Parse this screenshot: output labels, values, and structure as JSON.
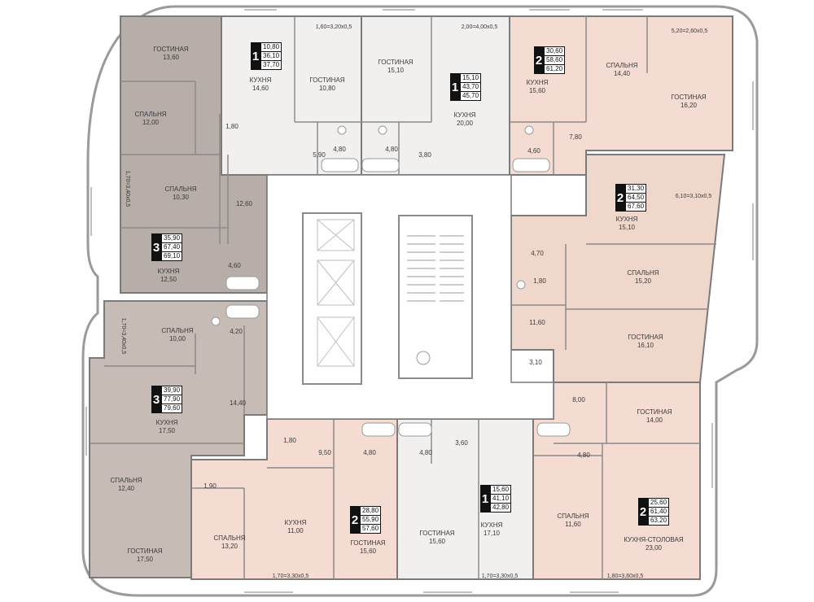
{
  "colors": {
    "unit_3room": "#b7aeaa",
    "unit_3room_b": "#c7bbb5",
    "unit_2room": "#f4dcd2",
    "unit_2room_b": "#f0d7cc",
    "unit_1room": "#f1f0ef",
    "core": "#ffffff",
    "wall": "#7a7a7a",
    "badge": "#111111"
  },
  "units": [
    {
      "id": "u3a",
      "rooms": "3",
      "areas": [
        "35,90",
        "67,40",
        "69,10"
      ]
    },
    {
      "id": "u3b",
      "rooms": "3",
      "areas": [
        "39,90",
        "77,90",
        "79,60"
      ]
    },
    {
      "id": "u1a",
      "rooms": "1",
      "areas": [
        "10,80",
        "36,10",
        "37,70"
      ]
    },
    {
      "id": "u1b",
      "rooms": "1",
      "areas": [
        "15,10",
        "43,70",
        "45,70"
      ]
    },
    {
      "id": "u2a",
      "rooms": "2",
      "areas": [
        "30,60",
        "58,60",
        "61,20"
      ]
    },
    {
      "id": "u2b",
      "rooms": "2",
      "areas": [
        "31,30",
        "64,50",
        "67,60"
      ]
    },
    {
      "id": "u2c",
      "rooms": "2",
      "areas": [
        "28,80",
        "55,90",
        "57,60"
      ]
    },
    {
      "id": "u1c",
      "rooms": "1",
      "areas": [
        "15,60",
        "41,10",
        "42,80"
      ]
    },
    {
      "id": "u2d",
      "rooms": "2",
      "areas": [
        "25,60",
        "61,40",
        "63,20"
      ]
    }
  ],
  "labels": [
    "ГОСТИНАЯ\n13,60",
    "СПАЛЬНЯ\n12,00",
    "1,80",
    "СПАЛЬНЯ\n10,30",
    "12,60",
    "1,70=3,40x0,5",
    "4,60",
    "КУХНЯ\n12,50",
    "СПАЛЬНЯ\n10,00",
    "4,20",
    "1,70=3,40x0,5",
    "14,40",
    "КУХНЯ\n17,50",
    "СПАЛЬНЯ\n12,40",
    "1,90",
    "ГОСТИНАЯ\n17,50",
    "КУХНЯ\n14,60",
    "ГОСТИНАЯ\n10,80",
    "1,60=3,20x0,5",
    "5,90",
    "4,80",
    "4,80",
    "ГОСТИНАЯ\n15,10",
    "3,80",
    "2,00=4,00x0,5",
    "КУХНЯ\n20,00",
    "КУХНЯ\n15,60",
    "СПАЛЬНЯ\n14,40",
    "ГОСТИНАЯ\n16,20",
    "5,20=2,60x0,5",
    "4,60",
    "7,80",
    "КУХНЯ\n15,10",
    "6,10=3,10x0,5",
    "4,70",
    "1,80",
    "СПАЛЬНЯ\n15,20",
    "11,60",
    "ГОСТИНАЯ\n16,10",
    "3,10",
    "8,00",
    "ГОСТИНАЯ\n14,00",
    "4,80",
    "СПАЛЬНЯ\n11,60",
    "КУХНЯ-СТОЛОВАЯ\n23,00",
    "1,80=3,60x0,5",
    "1,80",
    "9,50",
    "4,80",
    "4,80",
    "3,60",
    "КУХНЯ\n11,00",
    "СПАЛЬНЯ\n13,20",
    "ГОСТИНАЯ\n15,60",
    "1,70=3,30x0,5",
    "ГОСТИНАЯ\n15,60",
    "КУХНЯ\n17,10",
    "1,70=3,30x0,5"
  ]
}
